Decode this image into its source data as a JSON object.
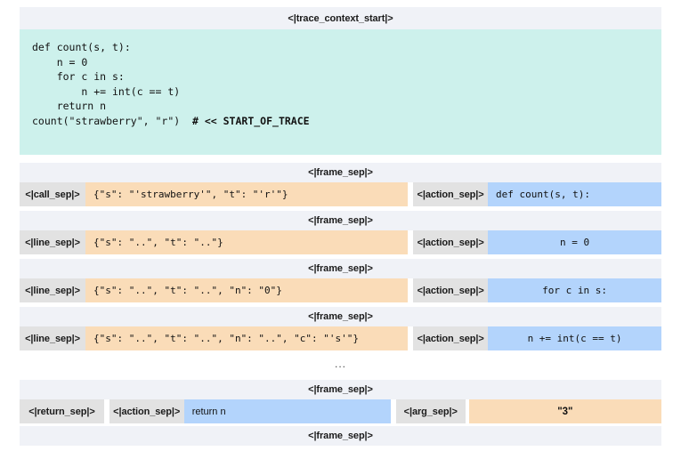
{
  "context": {
    "header_label": "<|trace_context_start|>",
    "code": "def count(s, t):\n    n = 0\n    for c in s:\n        n += int(c == t)\n    return n",
    "call_line": "count(\"strawberry\", \"r\")  ",
    "call_comment": "# << START_OF_TRACE"
  },
  "labels": {
    "frame_sep": "<|frame_sep|>",
    "call_sep": "<|call_sep|>",
    "line_sep": "<|line_sep|>",
    "action_sep": "<|action_sep|>",
    "return_sep": "<|return_sep|>",
    "arg_sep": "<|arg_sep|>",
    "ellipsis": "..."
  },
  "steps": [
    {
      "sep_label": "<|call_sep|>",
      "args": "{\"s\": \"'strawberry'\", \"t\": \"'r'\"}",
      "action_sep": "<|action_sep|>",
      "action": "def count(s, t):"
    },
    {
      "sep_label": "<|line_sep|>",
      "args": "{\"s\": \"..\", \"t\": \"..\"}",
      "action_sep": "<|action_sep|>",
      "action": "n = 0"
    },
    {
      "sep_label": "<|line_sep|>",
      "args": "{\"s\": \"..\", \"t\": \"..\", \"n\": \"0\"}",
      "action_sep": "<|action_sep|>",
      "action": "for c in s:"
    },
    {
      "sep_label": "<|line_sep|>",
      "args": "{\"s\": \"..\", \"t\": \"..\", \"n\": \"..\", \"c\": \"'s'\"}",
      "action_sep": "<|action_sep|>",
      "action": "n += int(c == t)"
    }
  ],
  "return_row": {
    "return_sep": "<|return_sep|>",
    "action_sep": "<|action_sep|>",
    "action": "return n",
    "arg_sep": "<|arg_sep|>",
    "arg_value": "\"3\""
  },
  "colors": {
    "band": "#f0f2f7",
    "code_block": "#cdf1ec",
    "sep_chip": "#e2e2e2",
    "args_cell": "#fadcb8",
    "action_cell": "#b3d4fc",
    "page_bg": "#ffffff",
    "text": "#111111"
  }
}
